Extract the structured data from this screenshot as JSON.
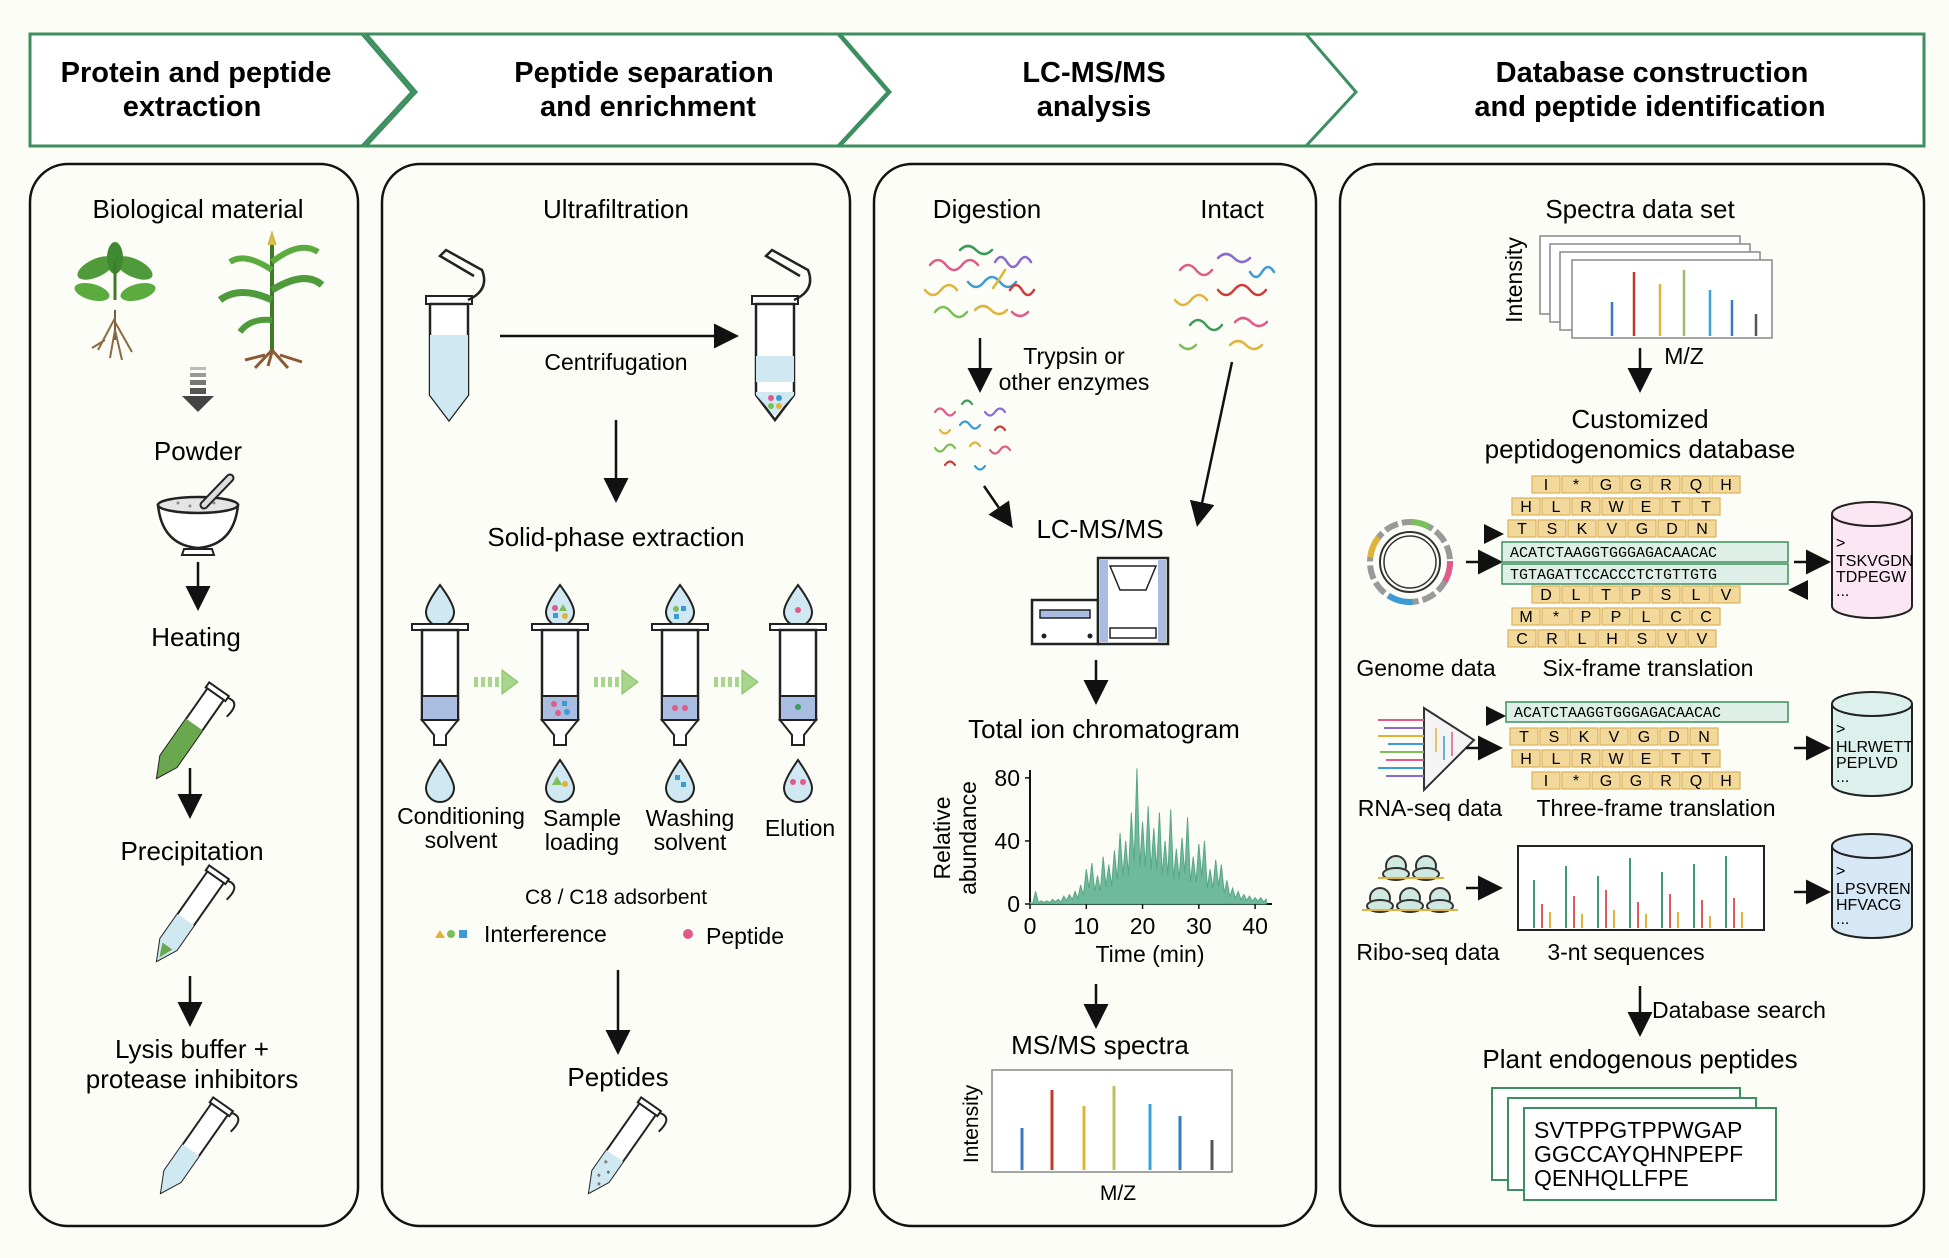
{
  "headers": [
    {
      "line1": "Protein and peptide",
      "line2": "extraction"
    },
    {
      "line1": "Peptide separation",
      "line2": "and enrichment"
    },
    {
      "line1": "LC-MS/MS",
      "line2": "analysis"
    },
    {
      "line1": "Database construction",
      "line2": "and peptide identification"
    }
  ],
  "panel1": {
    "biological_material": "Biological material",
    "powder": "Powder",
    "heating": "Heating",
    "precipitation": "Precipitation",
    "lysis_line1": "Lysis buffer +",
    "lysis_line2": "protease inhibitors"
  },
  "panel2": {
    "ultrafiltration": "Ultrafiltration",
    "centrifugation": "Centrifugation",
    "spe": "Solid-phase extraction",
    "steps": [
      {
        "line1": "Conditioning",
        "line2": "solvent"
      },
      {
        "line1": "Sample",
        "line2": "loading"
      },
      {
        "line1": "Washing",
        "line2": "solvent"
      },
      {
        "line1": "Elution",
        "line2": ""
      }
    ],
    "adsorbent": "C8 / C18 adsorbent",
    "interference": "Interference",
    "peptide": "Peptide",
    "peptides": "Peptides"
  },
  "panel3": {
    "digestion": "Digestion",
    "intact": "Intact",
    "enzyme_line1": "Trypsin or",
    "enzyme_line2": "other enzymes",
    "lcms": "LC-MS/MS",
    "tic": "Total ion chromatogram",
    "msms": "MS/MS spectra",
    "intensity": "Intensity",
    "mz": "M/Z"
  },
  "panel4": {
    "spectra_set": "Spectra data set",
    "intensity": "Intensity",
    "mz": "M/Z",
    "db_line1": "Customized",
    "db_line2": "peptidogenomics database",
    "genome": "Genome data",
    "six_frame": "Six-frame translation",
    "rnaseq": "RNA-seq data",
    "three_frame": "Three-frame translation",
    "riboseq": "Ribo-seq data",
    "three_nt": "3-nt sequences",
    "db_search": "Database search",
    "plant_peptides": "Plant endogenous peptides",
    "six_frame_rows": [
      [
        "I",
        "*",
        "G",
        "G",
        "R",
        "Q",
        "H"
      ],
      [
        "H",
        "L",
        "R",
        "W",
        "E",
        "T",
        "T"
      ],
      [
        "T",
        "S",
        "K",
        "V",
        "G",
        "D",
        "N"
      ],
      [
        "D",
        "L",
        "T",
        "P",
        "S",
        "L",
        "V"
      ],
      [
        "M",
        "*",
        "P",
        "P",
        "L",
        "C",
        "C"
      ],
      [
        "C",
        "R",
        "L",
        "H",
        "S",
        "V",
        "V"
      ]
    ],
    "dna_forward": "ACATCTAAGGTGGGAGACAACAC",
    "dna_reverse": "TGTAGATTCCACCCTCTGTTGTG",
    "three_frame_rows": [
      [
        "T",
        "S",
        "K",
        "V",
        "G",
        "D",
        "N"
      ],
      [
        "H",
        "L",
        "R",
        "W",
        "E",
        "T",
        "T"
      ],
      [
        "I",
        "*",
        "G",
        "G",
        "R",
        "Q",
        "H"
      ]
    ],
    "db_genome": [
      ">",
      "TSKVGDN",
      "TDPEGW",
      "..."
    ],
    "db_rna": [
      ">",
      "HLRWETT",
      "PEPLVD",
      "..."
    ],
    "db_ribo": [
      ">",
      "LPSVREN",
      "HFVACG",
      "..."
    ],
    "result_seqs": [
      "SVTPPGTPPWGAP",
      "GGCCAYQHNPEPF",
      "QENHQLLFPE"
    ]
  },
  "chart_data": {
    "type": "area",
    "title": "Total ion chromatogram",
    "xlabel": "Time (min)",
    "ylabel": "Relative abundance",
    "x_ticks": [
      0,
      10,
      20,
      30,
      40
    ],
    "y_ticks": [
      0,
      40,
      80
    ],
    "xlim": [
      0,
      43
    ],
    "ylim": [
      0,
      85
    ],
    "x": [
      0,
      1,
      2,
      3,
      4,
      5,
      6,
      7,
      8,
      9,
      10,
      11,
      12,
      13,
      14,
      15,
      16,
      17,
      18,
      19,
      20,
      21,
      22,
      23,
      24,
      25,
      26,
      27,
      28,
      29,
      30,
      31,
      32,
      33,
      34,
      35,
      36,
      37,
      38,
      39,
      40,
      41,
      42
    ],
    "y": [
      1,
      8,
      2,
      2,
      3,
      3,
      5,
      6,
      8,
      12,
      22,
      26,
      18,
      30,
      25,
      34,
      45,
      40,
      58,
      86,
      52,
      62,
      48,
      58,
      40,
      60,
      35,
      42,
      55,
      30,
      38,
      40,
      22,
      28,
      25,
      15,
      10,
      8,
      6,
      5,
      4,
      4,
      3
    ],
    "color": "#6fba9c"
  },
  "colors": {
    "green": "#3d8f5f",
    "tick_yellow": "#f3d89c",
    "tick_border": "#d9b35a",
    "dna_fill": "#ddefe6",
    "db_pink": "#fbe6f3",
    "db_teal": "#ddf1ec",
    "db_blue": "#d6e8f6"
  }
}
